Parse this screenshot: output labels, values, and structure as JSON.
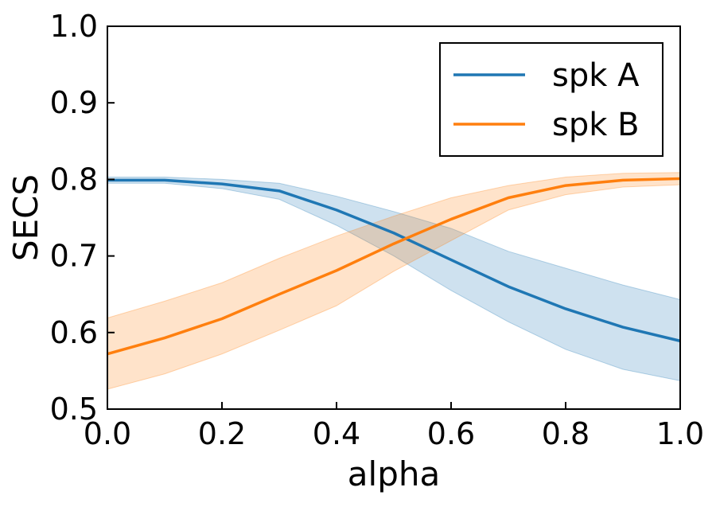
{
  "chart_data": {
    "type": "line",
    "xlabel": "alpha",
    "ylabel": "SECS",
    "xlim": [
      0.0,
      1.0
    ],
    "ylim": [
      0.5,
      1.0
    ],
    "xticks": [
      0.0,
      0.2,
      0.4,
      0.6,
      0.8,
      1.0
    ],
    "xtick_labels": [
      "0.0",
      "0.2",
      "0.4",
      "0.6",
      "0.8",
      "1.0"
    ],
    "yticks": [
      0.5,
      0.6,
      0.7,
      0.8,
      0.9,
      1.0
    ],
    "ytick_labels": [
      "0.5",
      "0.6",
      "0.7",
      "0.8",
      "0.9",
      "1.0"
    ],
    "grid": false,
    "legend_position": "top-right",
    "x": [
      0.0,
      0.1,
      0.2,
      0.3,
      0.4,
      0.5,
      0.6,
      0.7,
      0.8,
      0.9,
      1.0
    ],
    "series": [
      {
        "name": "spk A",
        "color": "#1f77b4",
        "values": [
          0.799,
          0.799,
          0.794,
          0.785,
          0.76,
          0.73,
          0.695,
          0.66,
          0.631,
          0.607,
          0.589
        ],
        "lower": [
          0.795,
          0.795,
          0.788,
          0.774,
          0.74,
          0.7,
          0.655,
          0.614,
          0.578,
          0.552,
          0.537
        ],
        "upper": [
          0.803,
          0.803,
          0.8,
          0.795,
          0.778,
          0.758,
          0.736,
          0.706,
          0.684,
          0.662,
          0.643
        ]
      },
      {
        "name": "spk B",
        "color": "#ff7f0e",
        "values": [
          0.572,
          0.593,
          0.618,
          0.65,
          0.681,
          0.716,
          0.748,
          0.776,
          0.792,
          0.799,
          0.801
        ],
        "lower": [
          0.526,
          0.546,
          0.572,
          0.603,
          0.635,
          0.68,
          0.72,
          0.76,
          0.78,
          0.79,
          0.793
        ],
        "upper": [
          0.619,
          0.641,
          0.665,
          0.697,
          0.726,
          0.752,
          0.776,
          0.792,
          0.803,
          0.808,
          0.809
        ]
      }
    ]
  }
}
